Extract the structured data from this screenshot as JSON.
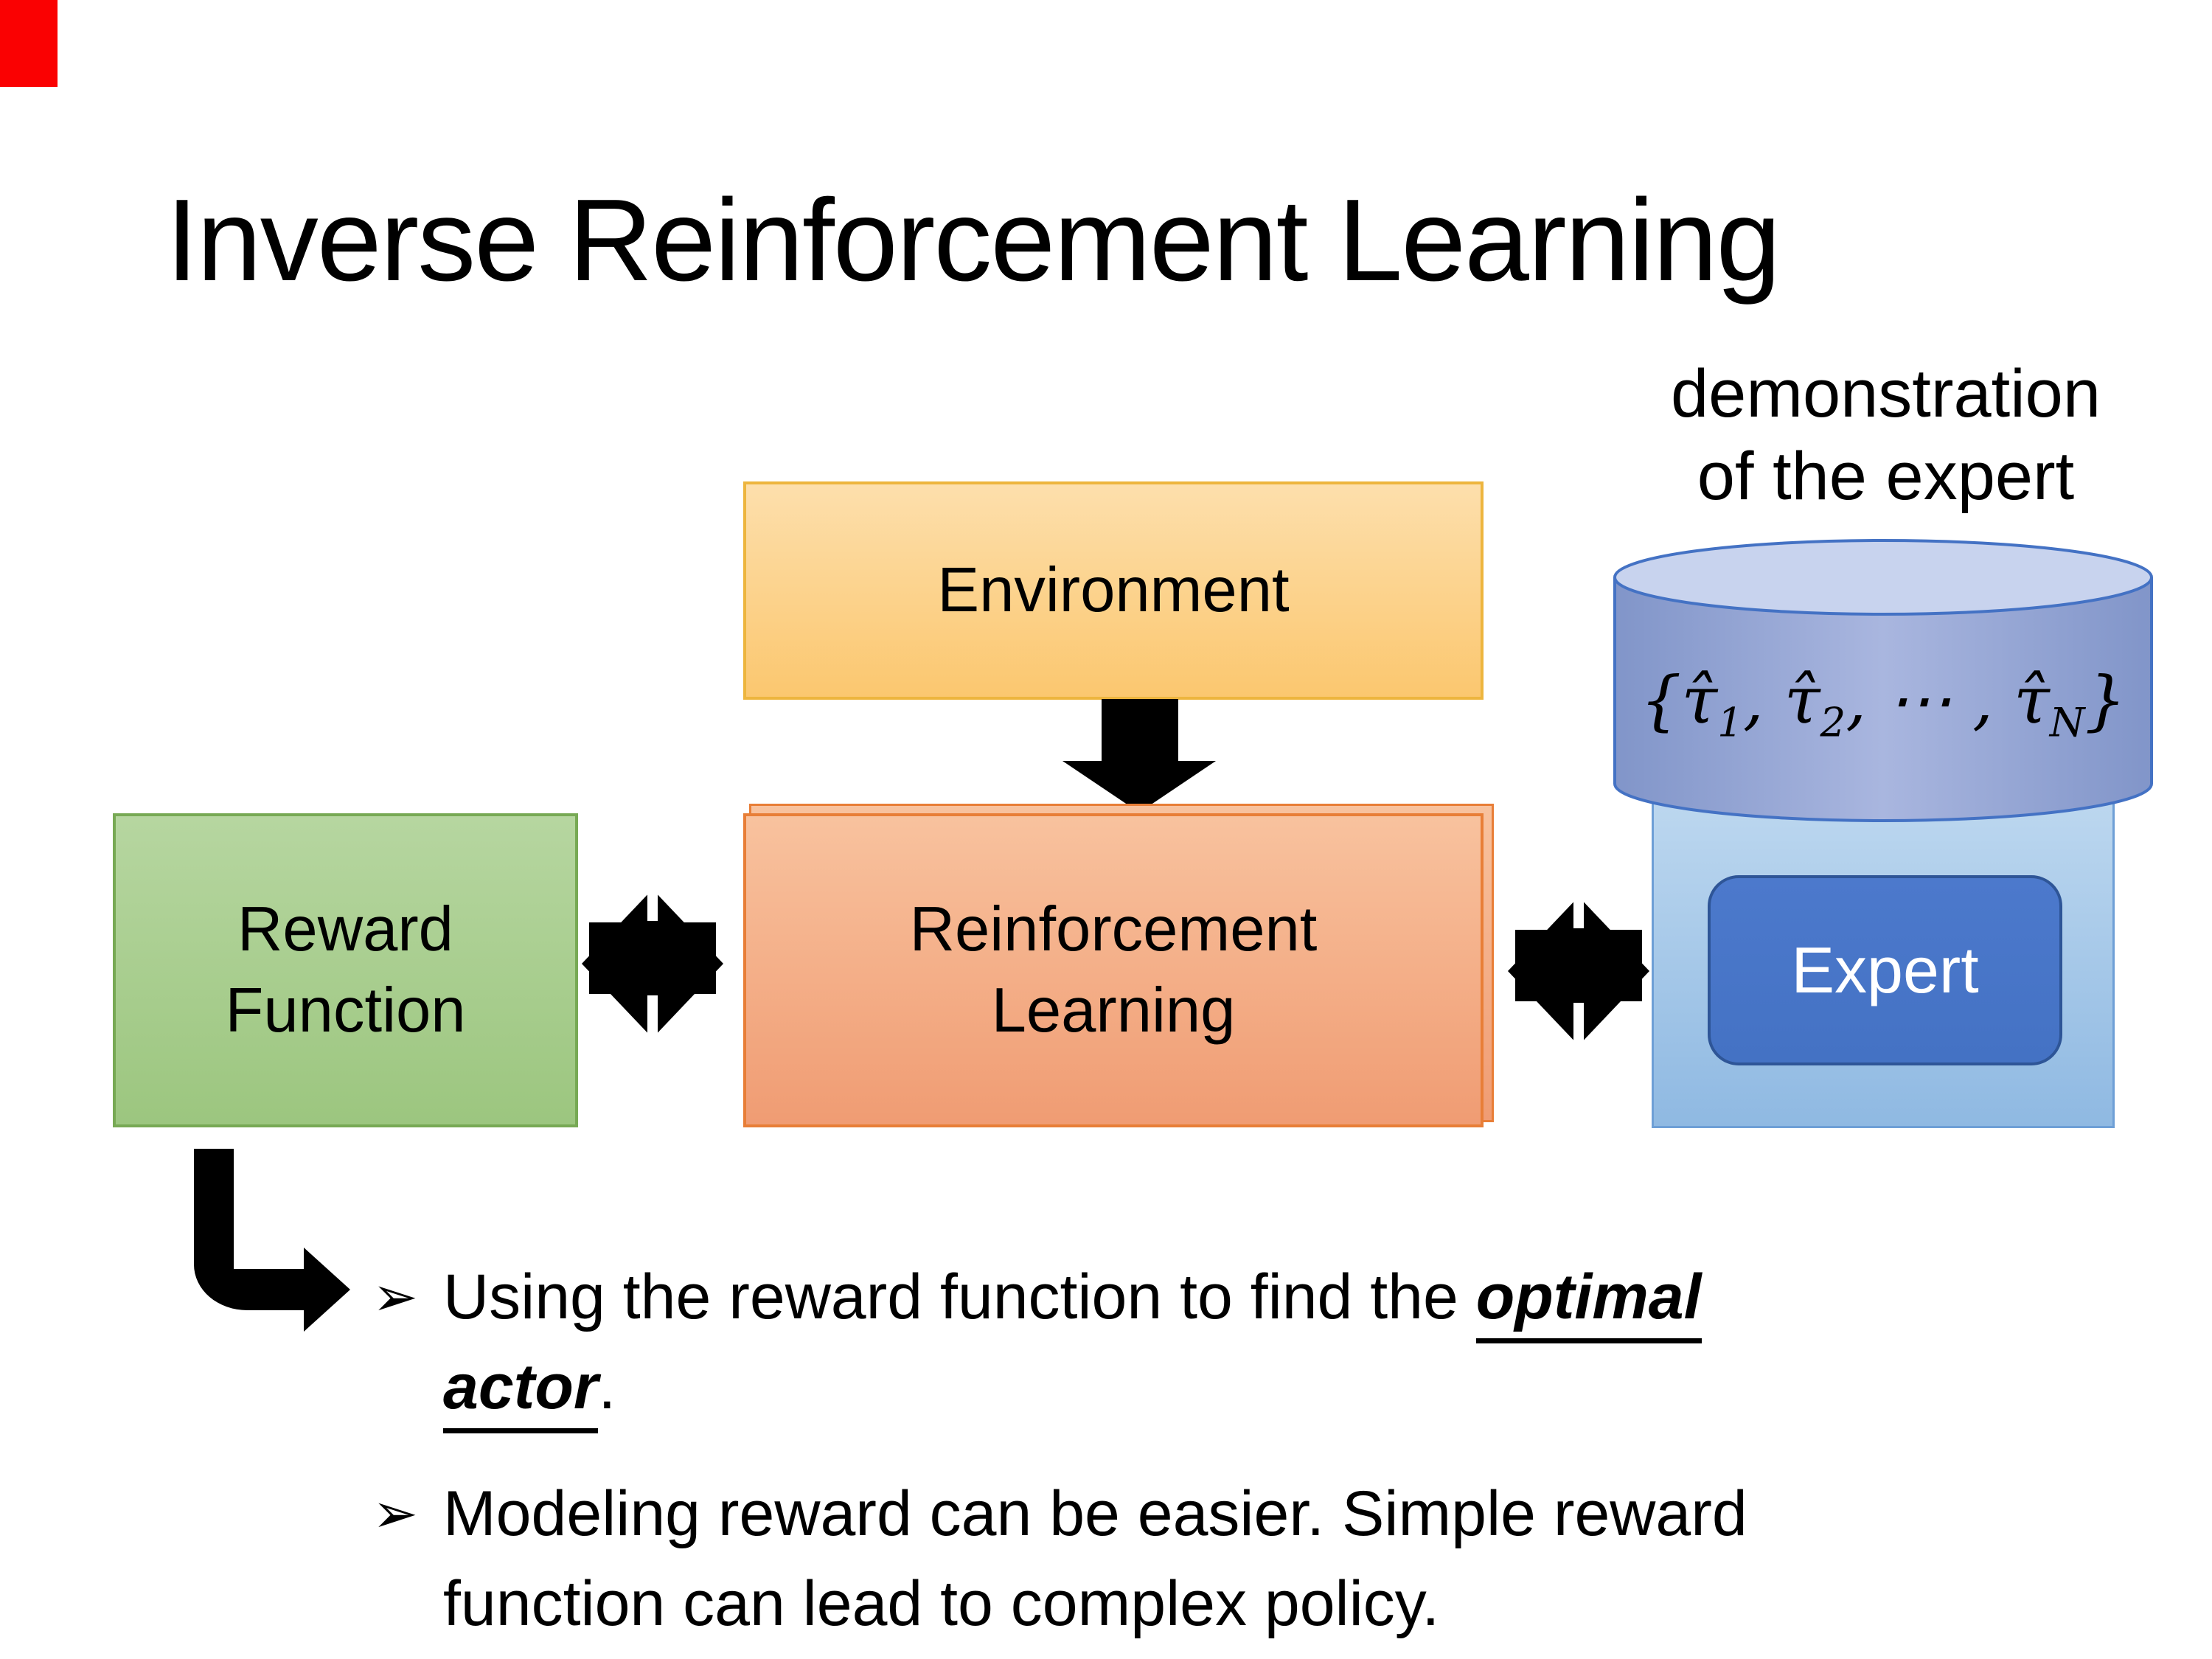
{
  "slide": {
    "title": "Inverse Reinforcement Learning",
    "annotation": {
      "line1": "demonstration",
      "line2": "of the expert"
    },
    "environment": {
      "label": "Environment"
    },
    "reward": {
      "line1": "Reward",
      "line2": "Function"
    },
    "rl": {
      "line1": "Reinforcement",
      "line2": "Learning"
    },
    "expert": {
      "label": "Expert"
    },
    "demonstration_set": {
      "seg1": "{τ̂",
      "sub1": "1",
      "seg2": ", τ̂",
      "sub2": "2",
      "seg3": ", ⋯ , τ̂",
      "sub3": "N",
      "seg4": "}"
    },
    "bullets": {
      "b1": {
        "marker": "➢",
        "before": "Using the reward function to find the ",
        "emphasis": "optimal actor",
        "after": "."
      },
      "b2": {
        "marker": "➢",
        "text": "Modeling reward can be easier. Simple reward function can lead to complex policy."
      }
    },
    "colors": {
      "environment_fill": "#FBCD7E",
      "environment_border": "#EDB53E",
      "reward_fill": "#A8CE8F",
      "reward_border": "#77A954",
      "rl_fill": "#F5B08A",
      "rl_border": "#E87E37",
      "expert_container_fill": "#A5C9E9",
      "expert_container_border": "#6E9FD6",
      "cylinder_fill": "#98A8D5",
      "cylinder_border": "#4472C4",
      "expert_fill": "#4472C4",
      "expert_border": "#2E5597",
      "arrow_color": "#000000",
      "corner_marker": "#FA0102"
    }
  }
}
